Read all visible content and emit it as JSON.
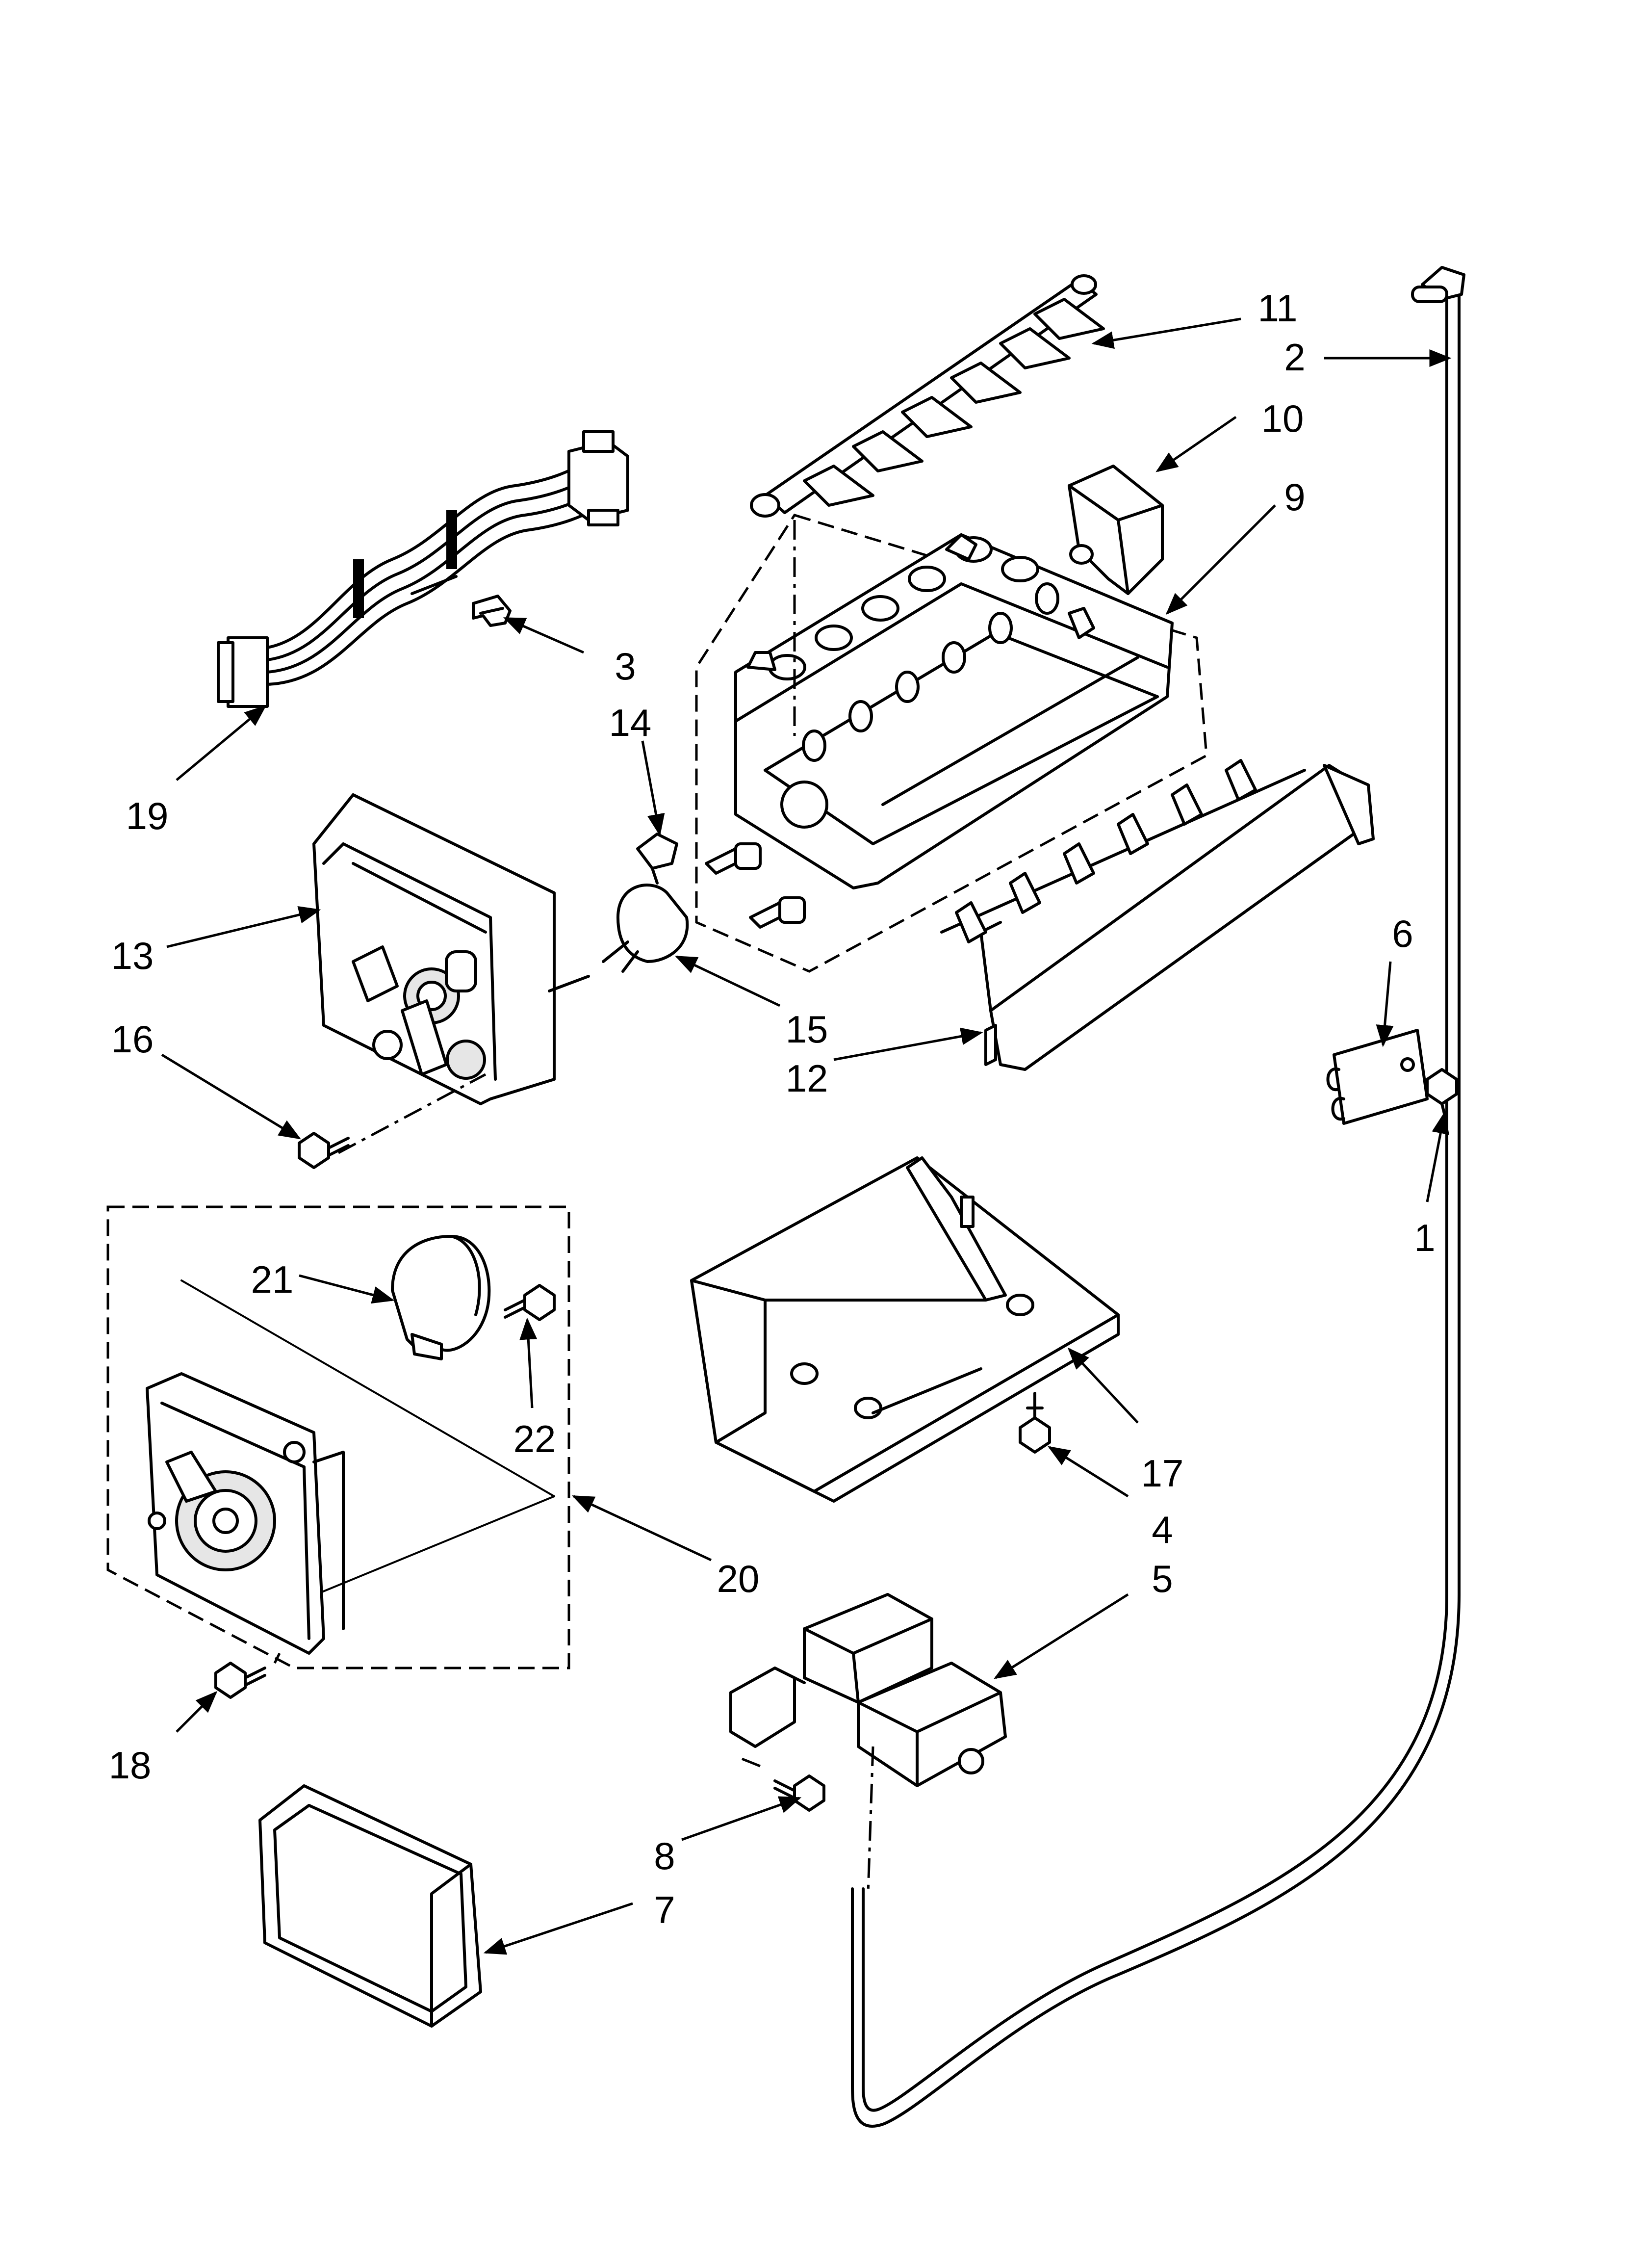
{
  "callouts": [
    {
      "id": "c1",
      "label": "1"
    },
    {
      "id": "c2",
      "label": "2"
    },
    {
      "id": "c3",
      "label": "3"
    },
    {
      "id": "c4",
      "label": "4"
    },
    {
      "id": "c5",
      "label": "5"
    },
    {
      "id": "c6",
      "label": "6"
    },
    {
      "id": "c7",
      "label": "7"
    },
    {
      "id": "c8",
      "label": "8"
    },
    {
      "id": "c9",
      "label": "9"
    },
    {
      "id": "c10",
      "label": "10"
    },
    {
      "id": "c11",
      "label": "11"
    },
    {
      "id": "c12",
      "label": "12"
    },
    {
      "id": "c13",
      "label": "13"
    },
    {
      "id": "c14",
      "label": "14"
    },
    {
      "id": "c15",
      "label": "15"
    },
    {
      "id": "c16",
      "label": "16"
    },
    {
      "id": "c17",
      "label": "17"
    },
    {
      "id": "c18",
      "label": "18"
    },
    {
      "id": "c19",
      "label": "19"
    },
    {
      "id": "c20",
      "label": "20"
    },
    {
      "id": "c21",
      "label": "21"
    },
    {
      "id": "c22",
      "label": "22"
    }
  ],
  "style": {
    "line_color": "#000000",
    "background": "#ffffff"
  }
}
